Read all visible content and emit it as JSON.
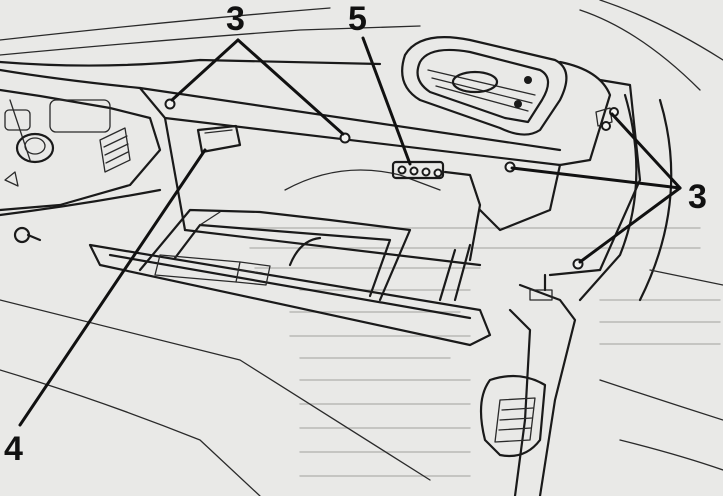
{
  "callouts": [
    {
      "id": "c3a",
      "label": "3"
    },
    {
      "id": "c5",
      "label": "5"
    },
    {
      "id": "c3b",
      "label": "3"
    },
    {
      "id": "c4",
      "label": "4"
    }
  ],
  "colors": {
    "paper": "#e9e9e7",
    "ink": "#1a1a1a",
    "bleed_through": "#b9b9b6"
  }
}
